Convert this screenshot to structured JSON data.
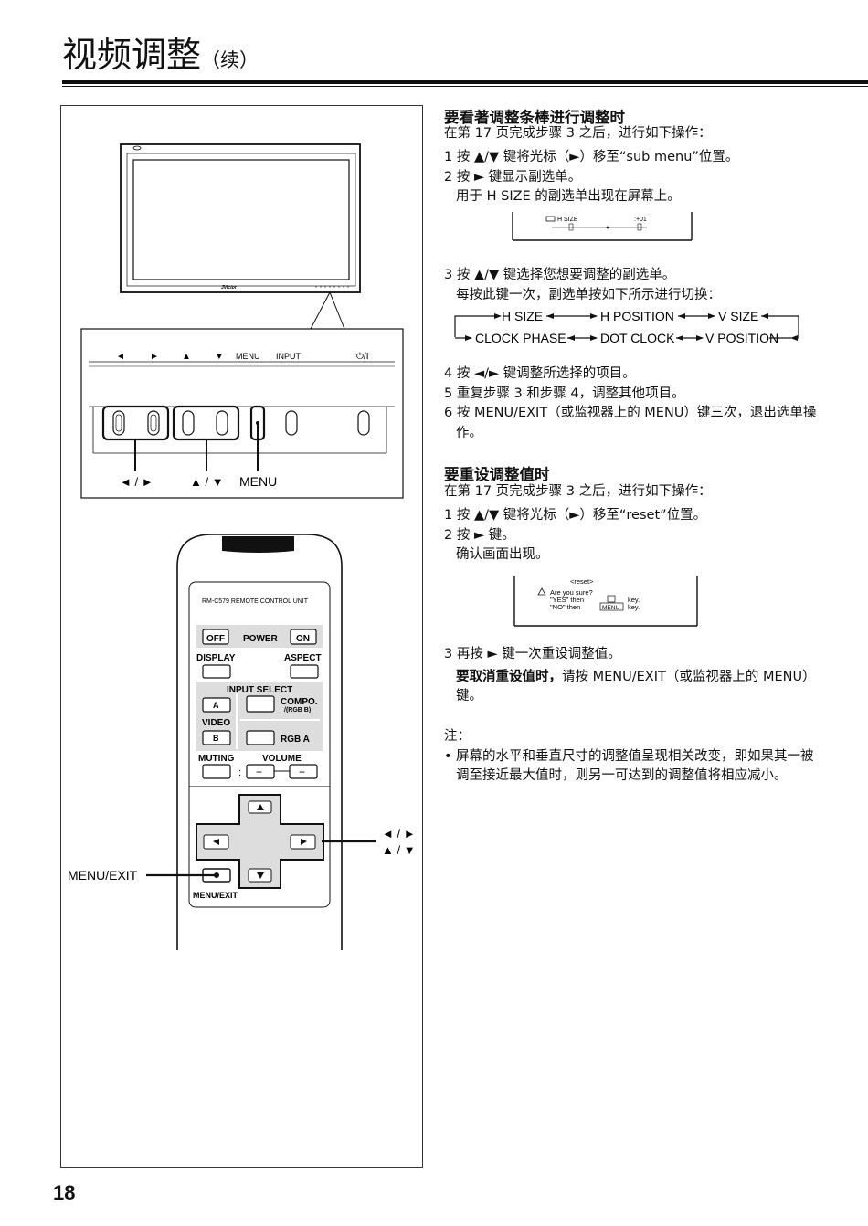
{
  "header": {
    "title": "视频调整",
    "title_suffix": "（续）"
  },
  "page_number": "18",
  "figures": {
    "monitor_brand": "JVictor",
    "panel_buttons": [
      "◄",
      "►",
      "▲",
      "▼",
      "MENU",
      "INPUT",
      "⏻/I"
    ],
    "callouts": {
      "left_right": "◄ / ►",
      "up_down": "▲ / ▼",
      "menu": "MENU"
    },
    "remote": {
      "model": "RM-C579  REMOTE  CONTROL  UNIT",
      "off": "OFF",
      "power": "POWER",
      "on": "ON",
      "display": "DISPLAY",
      "aspect": "ASPECT",
      "input_select": "INPUT  SELECT",
      "a": "A",
      "compo": "COMPO.",
      "rgb_b": "/(RGB B)",
      "video": "VIDEO",
      "b": "B",
      "rgb_a": "RGB A",
      "muting": "MUTING",
      "volume": "VOLUME",
      "menu_exit": "MENU/EXIT"
    },
    "remote_callouts": {
      "menu_exit": "MENU/EXIT",
      "lr": "◄ / ►",
      "ud": "▲ / ▼"
    },
    "osd_hsize": {
      "label": "H SIZE",
      "value": ":+01"
    },
    "osd_reset": {
      "title": "<reset>",
      "line1": "Are you sure?",
      "line2a": "\"YES\"  then",
      "line2b": "key.",
      "line3a": "\"NO\"   then",
      "line3b": "MENU",
      "line3c": "key."
    },
    "cycle": {
      "row1": [
        "H SIZE",
        "H POSITION",
        "V SIZE"
      ],
      "row2": [
        "CLOCK PHASE",
        "DOT CLOCK",
        "V POSITION"
      ]
    }
  },
  "section1": {
    "heading": "要看著调整条棒进行调整时",
    "intro": "在第 17 页完成步骤 3 之后，进行如下操作：",
    "step1": "1 按 ▲/▼ 键将光标（►）移至“sub menu”位置。",
    "step2": "2 按 ► 键显示副选单。",
    "step2_note": "用于 H SIZE 的副选单出现在屏幕上。",
    "step3": "3 按 ▲/▼ 键选择您想要调整的副选单。",
    "step3_note": "每按此键一次，副选单按如下所示进行切换：",
    "step4": "4 按 ◄/► 键调整所选择的项目。",
    "step5": "5 重复步骤 3 和步骤 4，调整其他项目。",
    "step6a": "6 按 MENU/EXIT（或监视器上的 MENU）键三次，退出选单操",
    "step6b": "作。"
  },
  "section2": {
    "heading": "要重设调整值时",
    "intro": "在第 17 页完成步骤 3 之后，进行如下操作：",
    "step1": "1 按 ▲/▼ 键将光标（►）移至“reset”位置。",
    "step2": "2 按 ► 键。",
    "step2_note": "确认画面出现。",
    "step3": "3 再按 ► 键一次重设调整值。",
    "cancel_bold": "要取消重设值时，",
    "cancel_rest": "请按 MENU/EXIT（或监视器上的 MENU）",
    "cancel_end": "键。"
  },
  "notes": {
    "heading": "注：",
    "bullet_a": "屏幕的水平和垂直尺寸的调整值呈现相关改变，即如果其一被",
    "bullet_b": "调至接近最大值时，则另一可达到的调整值将相应减小。"
  }
}
